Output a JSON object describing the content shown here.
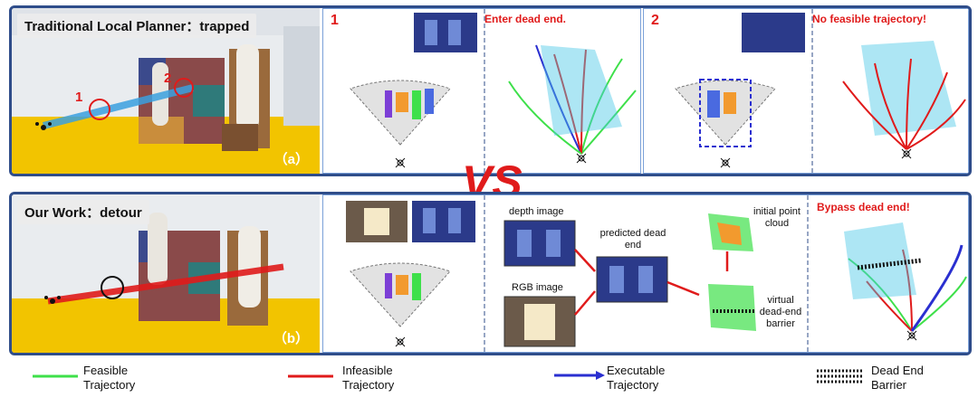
{
  "row_a": {
    "photo_tag": "Traditional Local Planner：trapped",
    "sublabel": "（a）",
    "marker_1": "1",
    "marker_2": "2",
    "panel1_number": "1",
    "panel1_title": "Enter dead end.",
    "panel2_number": "2",
    "panel2_title": "No feasible trajectory!"
  },
  "row_b": {
    "photo_tag": "Our Work：detour",
    "sublabel": "（b）",
    "depth_image_label": "depth image",
    "rgb_image_label": "RGB image",
    "predicted_label": "predicted dead end",
    "initial_cloud_label": "initial point cloud",
    "virtual_barrier_label": "virtual dead-end barrier",
    "result_title": "Bypass dead end!"
  },
  "vs_text": "VS",
  "legend": [
    {
      "label": "Feasible Trajectory",
      "color": "#3ee04a",
      "kind": "line"
    },
    {
      "label": "Infeasible Trajectory",
      "color": "#e01b1b",
      "kind": "line"
    },
    {
      "label": "Executable Trajectory",
      "color": "#2a2fd0",
      "kind": "arrow"
    },
    {
      "label": "Dead End Barrier",
      "color": "#111111",
      "kind": "dots"
    }
  ],
  "colors": {
    "frame": "#2f4d8a",
    "panel_border": "#7aa0d8",
    "title_red": "#e01b1b",
    "floor_yellow": "#f2c400"
  }
}
